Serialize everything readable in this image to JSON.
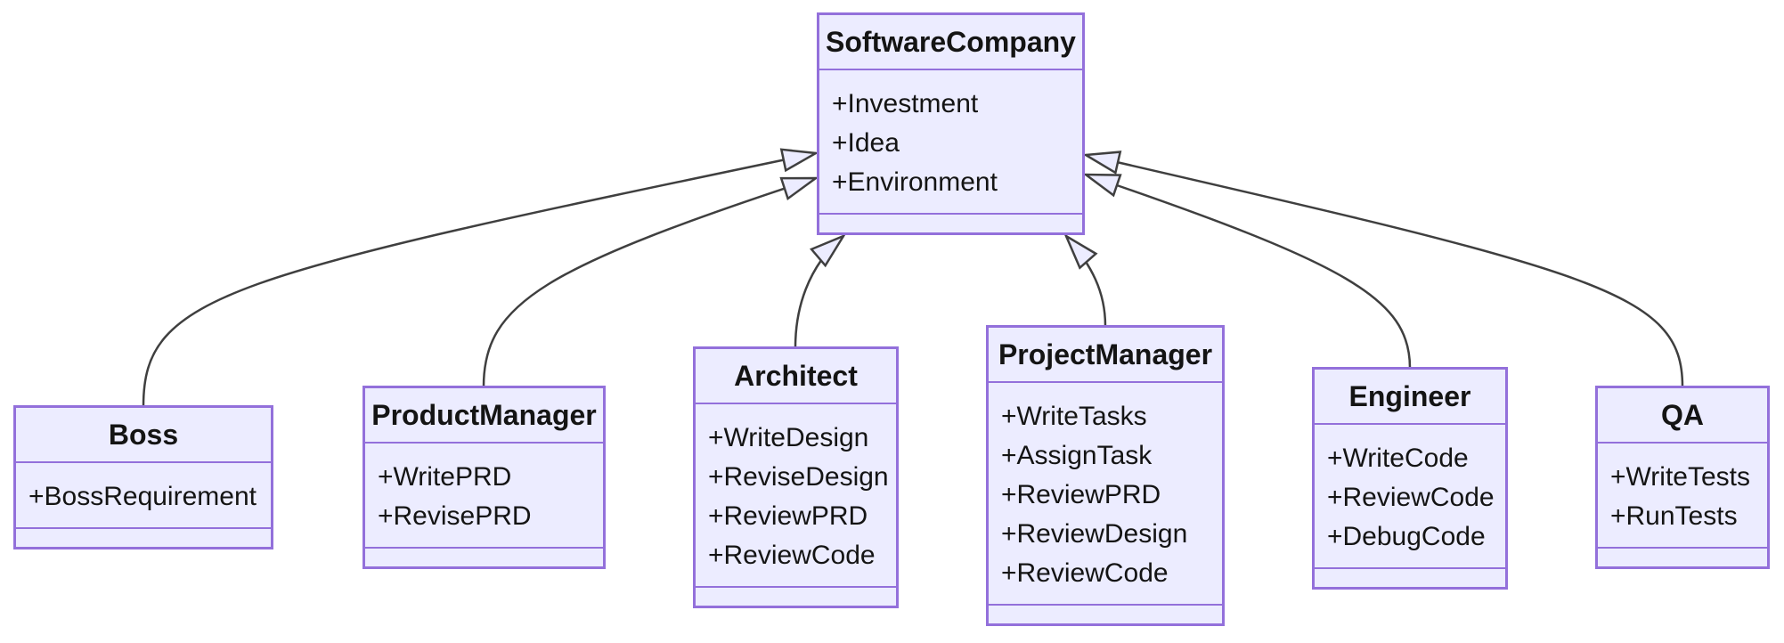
{
  "diagram": {
    "kind": "uml-class-diagram",
    "colors": {
      "class_fill": "#ECECFF",
      "class_border": "#9370DB",
      "relation_stroke": "#3f3f3f",
      "text": "#141414",
      "background": "#ffffff"
    },
    "classes": [
      {
        "name": "SoftwareCompany",
        "members": [
          "+Investment",
          "+Idea",
          "+Environment"
        ],
        "methods": []
      },
      {
        "name": "Boss",
        "members": [
          "+BossRequirement"
        ],
        "methods": []
      },
      {
        "name": "ProductManager",
        "members": [
          "+WritePRD",
          "+RevisePRD"
        ],
        "methods": []
      },
      {
        "name": "Architect",
        "members": [
          "+WriteDesign",
          "+ReviseDesign",
          "+ReviewPRD",
          "+ReviewCode"
        ],
        "methods": []
      },
      {
        "name": "ProjectManager",
        "members": [
          "+WriteTasks",
          "+AssignTask",
          "+ReviewPRD",
          "+ReviewDesign",
          "+ReviewCode"
        ],
        "methods": []
      },
      {
        "name": "Engineer",
        "members": [
          "+WriteCode",
          "+ReviewCode",
          "+DebugCode"
        ],
        "methods": []
      },
      {
        "name": "QA",
        "members": [
          "+WriteTests",
          "+RunTests"
        ],
        "methods": []
      }
    ],
    "relations": [
      {
        "from": "Boss",
        "to": "SoftwareCompany",
        "type": "inheritance",
        "arrowhead": "hollow-triangle"
      },
      {
        "from": "ProductManager",
        "to": "SoftwareCompany",
        "type": "inheritance",
        "arrowhead": "hollow-triangle"
      },
      {
        "from": "Architect",
        "to": "SoftwareCompany",
        "type": "inheritance",
        "arrowhead": "hollow-triangle"
      },
      {
        "from": "ProjectManager",
        "to": "SoftwareCompany",
        "type": "inheritance",
        "arrowhead": "hollow-triangle"
      },
      {
        "from": "Engineer",
        "to": "SoftwareCompany",
        "type": "inheritance",
        "arrowhead": "hollow-triangle"
      },
      {
        "from": "QA",
        "to": "SoftwareCompany",
        "type": "inheritance",
        "arrowhead": "hollow-triangle"
      }
    ]
  }
}
